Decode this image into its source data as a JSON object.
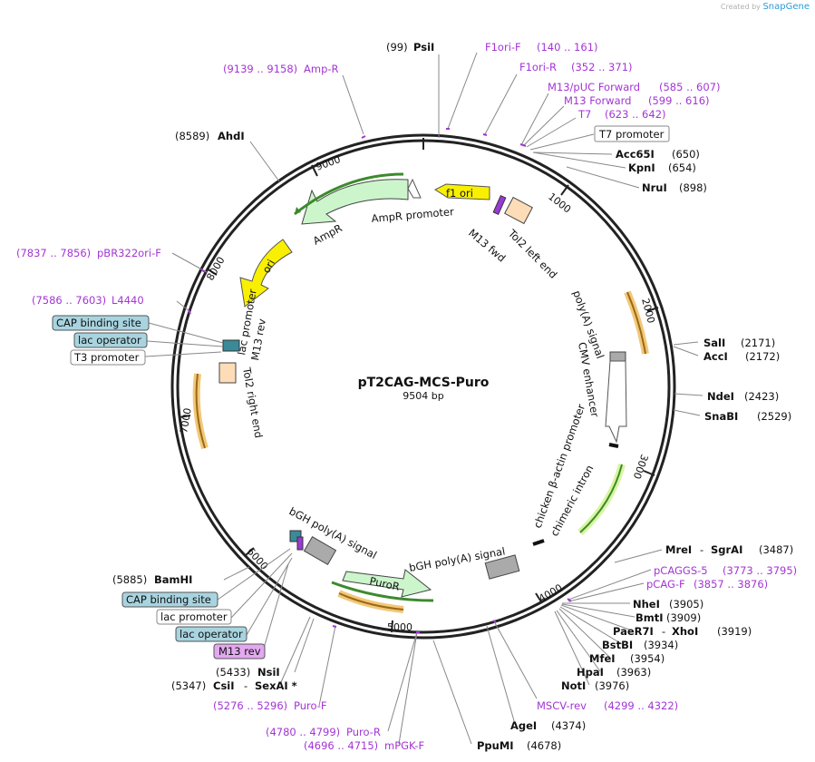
{
  "credit": {
    "prefix": "Created by",
    "brand": "SnapGene"
  },
  "plasmid": {
    "name": "pT2CAG-MCS-Puro",
    "size": "9504 bp"
  },
  "ticks": [
    "1000",
    "2000",
    "3000",
    "4000",
    "5000",
    "6000",
    "7000",
    "8000",
    "9000"
  ],
  "inner_features": [
    {
      "id": "f1ori",
      "label": "f1 ori"
    },
    {
      "id": "ampr-promoter",
      "label": "AmpR promoter"
    },
    {
      "id": "ampr",
      "label": "AmpR"
    },
    {
      "id": "ori",
      "label": "ori"
    },
    {
      "id": "lac-promoter-inner",
      "label": "lac promoter"
    },
    {
      "id": "m13rev-inner",
      "label": "M13 rev"
    },
    {
      "id": "tol2-right",
      "label": "Tol2 right end"
    },
    {
      "id": "tol2-left",
      "label": "Tol2 left end"
    },
    {
      "id": "m13fwd-inner",
      "label": "M13 fwd"
    },
    {
      "id": "polya-signal-inner",
      "label": "poly(A) signal"
    },
    {
      "id": "cmv-enh",
      "label": "CMV enhancer"
    },
    {
      "id": "actin-prom",
      "label": "chicken β-actin promoter"
    },
    {
      "id": "chim-intron",
      "label": "chimeric intron"
    },
    {
      "id": "bgh-1",
      "label": "bGH poly(A) signal"
    },
    {
      "id": "bgh-2",
      "label": "bGH poly(A) signal"
    },
    {
      "id": "puror",
      "label": "PuroR"
    }
  ],
  "outer_labels": {
    "psi": {
      "pos": "(99)",
      "name": "PsiI"
    },
    "f1ori_f": {
      "name": "F1ori-F",
      "pos": "(140 .. 161)"
    },
    "f1ori_r": {
      "name": "F1ori-R",
      "pos": "(352 .. 371)"
    },
    "m13puc": {
      "name": "M13/pUC Forward",
      "pos": "(585 .. 607)"
    },
    "m13fwd": {
      "name": "M13 Forward",
      "pos": "(599 .. 616)"
    },
    "t7": {
      "name": "T7",
      "pos": "(623 .. 642)"
    },
    "t7prom": {
      "name": "T7 promoter"
    },
    "acc65i": {
      "name": "Acc65I",
      "pos": "(650)"
    },
    "kpni": {
      "name": "KpnI",
      "pos": "(654)"
    },
    "nrui": {
      "name": "NruI",
      "pos": "(898)"
    },
    "ampr_primer": {
      "pos": "(9139 .. 9158)",
      "name": "Amp-R"
    },
    "ahdi": {
      "pos": "(8589)",
      "name": "AhdI"
    },
    "pbr322": {
      "pos": "(7837 .. 7856)",
      "name": "pBR322ori-F"
    },
    "l4440": {
      "pos": "(7586 .. 7603)",
      "name": "L4440"
    },
    "cap1": {
      "name": "CAP binding site"
    },
    "lacop1": {
      "name": "lac operator"
    },
    "t3prom": {
      "name": "T3 promoter"
    },
    "sali": {
      "name": "SalI",
      "pos": "(2171)"
    },
    "acci": {
      "name": "AccI",
      "pos": "(2172)"
    },
    "ndei": {
      "name": "NdeI",
      "pos": "(2423)"
    },
    "snabi": {
      "name": "SnaBI",
      "pos": "(2529)"
    },
    "mrei": {
      "name": "MreI",
      "sep": "-",
      "name2": "SgrAI",
      "pos": "(3487)"
    },
    "pcaggs5": {
      "name": "pCAGGS-5",
      "pos": "(3773 .. 3795)"
    },
    "pcagf": {
      "name": "pCAG-F",
      "pos": "(3857 .. 3876)"
    },
    "nhei": {
      "name": "NheI",
      "pos": "(3905)"
    },
    "bmti": {
      "name": "BmtI",
      "pos": "(3909)"
    },
    "paer7i": {
      "name": "PaeR7I",
      "sep": "-",
      "name2": "XhoI",
      "pos": "(3919)"
    },
    "bstbi": {
      "name": "BstBI",
      "pos": "(3934)"
    },
    "mfei": {
      "name": "MfeI",
      "pos": "(3954)"
    },
    "hpai": {
      "name": "HpaI",
      "pos": "(3963)"
    },
    "noti": {
      "name": "NotI",
      "pos": "(3976)"
    },
    "msсv": {
      "name": "MSCV-rev",
      "pos": "(4299 .. 4322)"
    },
    "agei": {
      "name": "AgeI",
      "pos": "(4374)"
    },
    "ppumi": {
      "name": "PpuMI",
      "pos": "(4678)"
    },
    "mpgkf": {
      "pos": "(4696 .. 4715)",
      "name": "mPGK-F"
    },
    "puror_r": {
      "pos": "(4780 .. 4799)",
      "name": "Puro-R"
    },
    "puro_f": {
      "pos": "(5276 .. 5296)",
      "name": "Puro-F"
    },
    "csii": {
      "pos": "(5347)",
      "name": "CsiI",
      "sep": "-",
      "name2": "SexAI *"
    },
    "nsii": {
      "pos": "(5433)",
      "name": "NsiI"
    },
    "m13rev": {
      "name": "M13 rev"
    },
    "lacop2": {
      "name": "lac operator"
    },
    "lacprom2": {
      "name": "lac promoter"
    },
    "cap2": {
      "name": "CAP binding site"
    },
    "bamhi": {
      "pos": "(5885)",
      "name": "BamHI"
    }
  }
}
